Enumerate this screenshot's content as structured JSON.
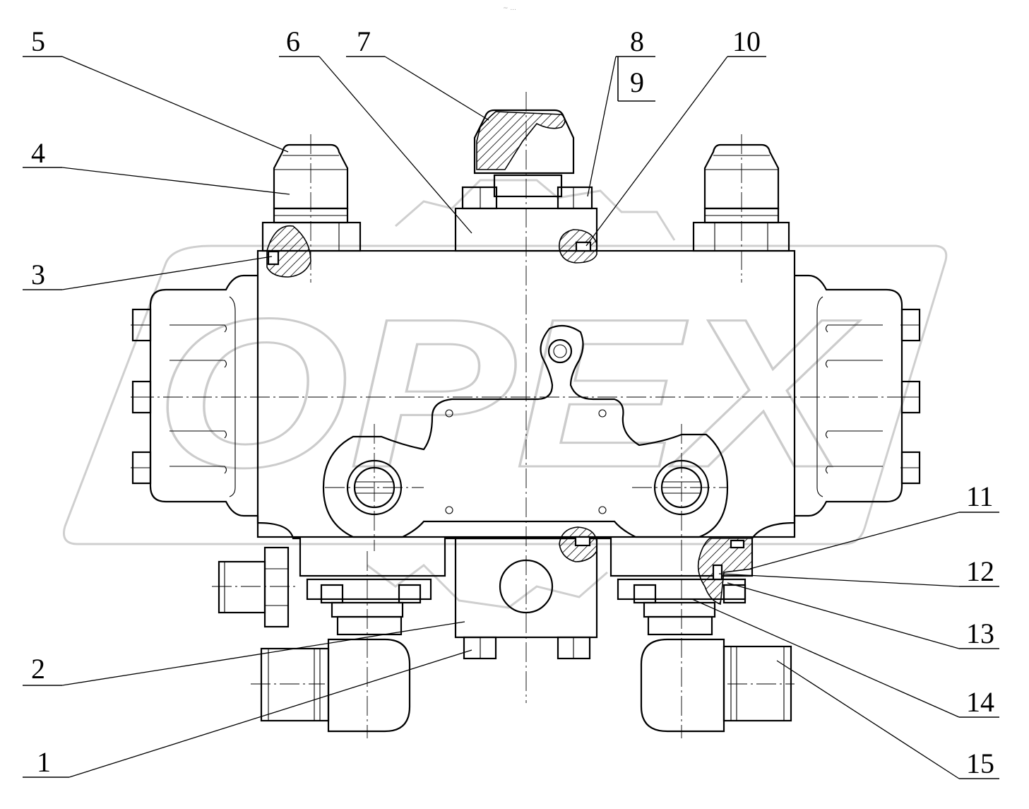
{
  "watermark": {
    "text": "OPEX"
  },
  "header_mark": "~ ...",
  "callouts": [
    {
      "id": "c1",
      "label": "1"
    },
    {
      "id": "c2",
      "label": "2"
    },
    {
      "id": "c3",
      "label": "3"
    },
    {
      "id": "c4",
      "label": "4"
    },
    {
      "id": "c5",
      "label": "5"
    },
    {
      "id": "c6",
      "label": "6"
    },
    {
      "id": "c7",
      "label": "7"
    },
    {
      "id": "c8",
      "label": "8"
    },
    {
      "id": "c9",
      "label": "9"
    },
    {
      "id": "c10",
      "label": "10"
    },
    {
      "id": "c11",
      "label": "11"
    },
    {
      "id": "c12",
      "label": "12"
    },
    {
      "id": "c13",
      "label": "13"
    },
    {
      "id": "c14",
      "label": "14"
    },
    {
      "id": "c15",
      "label": "15"
    }
  ]
}
